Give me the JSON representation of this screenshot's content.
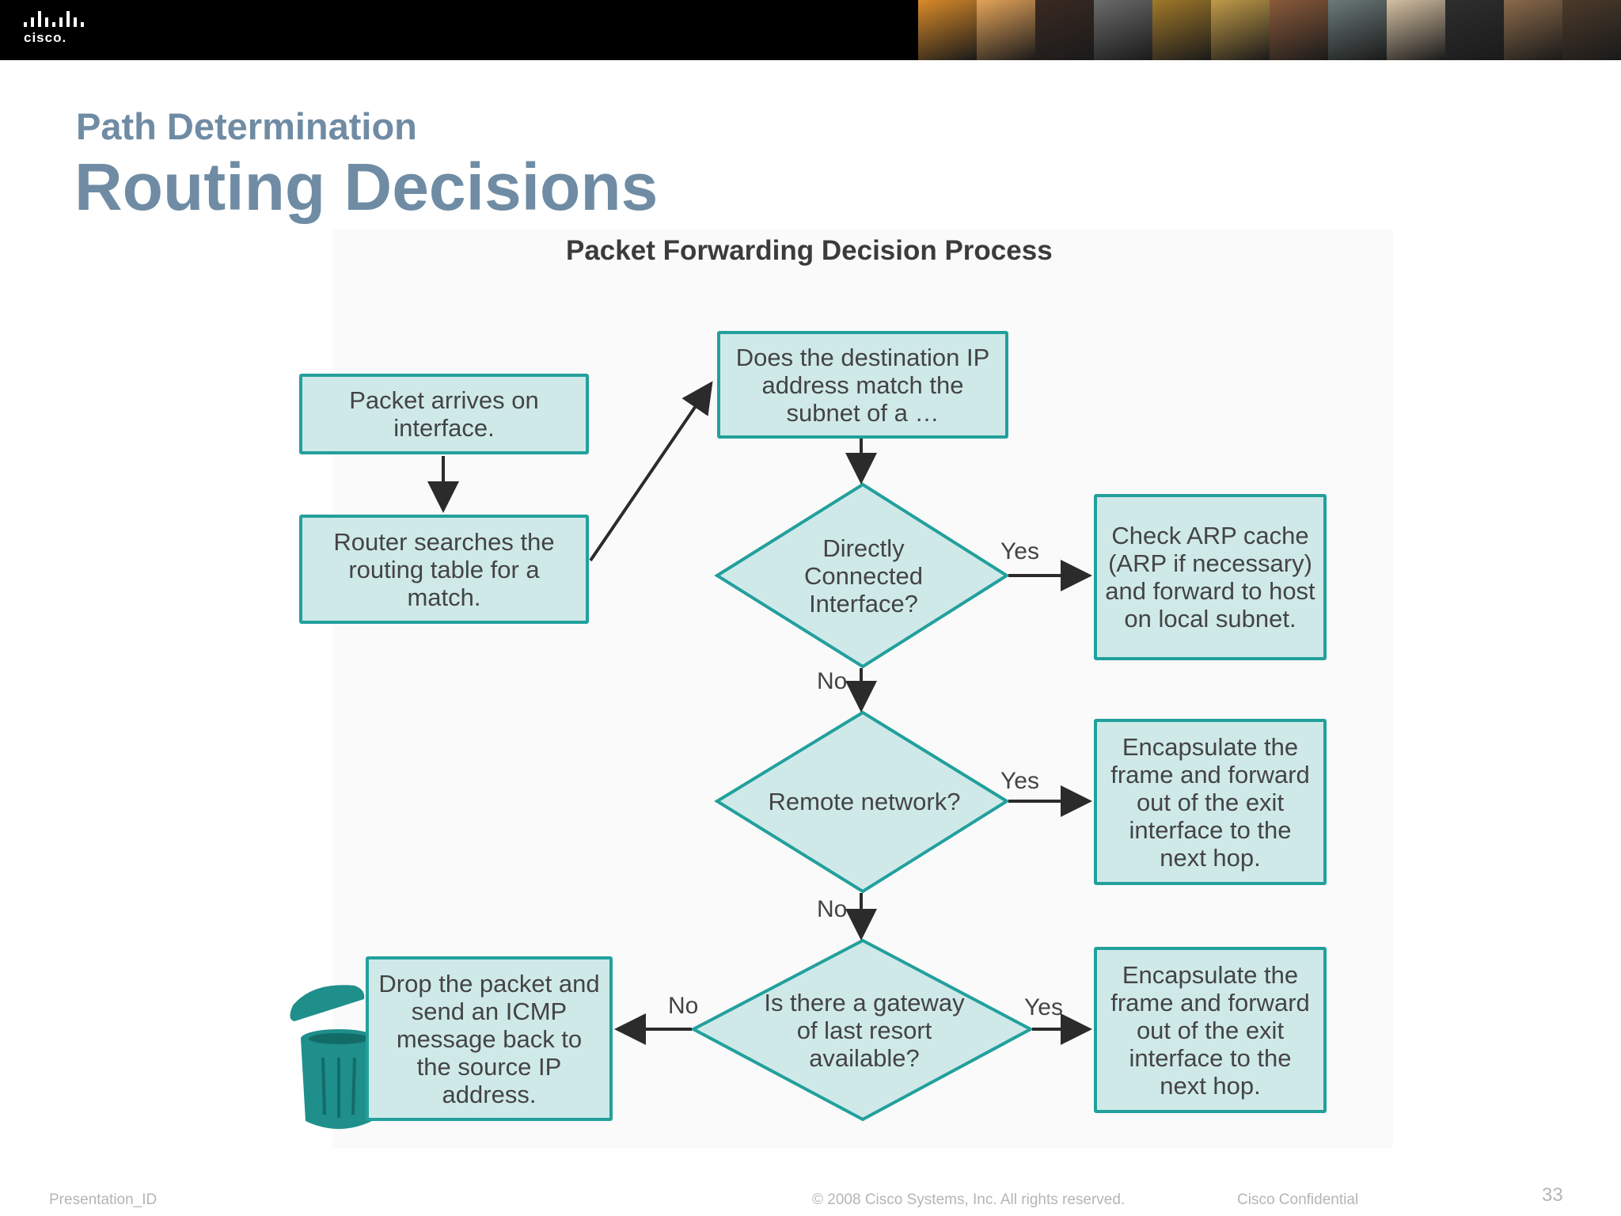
{
  "header": {
    "logo_text": "cisco.",
    "photo_colors": [
      "#d98a2a",
      "#e3a35a",
      "#3a2a22",
      "#6a6a6a",
      "#a0782a",
      "#c09a48",
      "#8a5a3a",
      "#6a7a78",
      "#d4c0a2",
      "#2e2e2e",
      "#8a6a4a",
      "#4c3a2a"
    ]
  },
  "slide": {
    "subtitle": "Path Determination",
    "title": "Routing Decisions"
  },
  "diagram": {
    "title": "Packet Forwarding Decision Process",
    "nodes": {
      "packet_arrives": "Packet arrives on interface.",
      "router_searches": "Router searches the routing table for a match.",
      "dest_ip_match": "Does the destination IP address match the subnet of a …",
      "directly_connected": "Directly Connected Interface?",
      "check_arp": "Check ARP cache (ARP if necessary) and forward to host on local subnet.",
      "remote_network": "Remote network?",
      "encapsulate_1": "Encapsulate the frame and forward out of the exit interface to the next hop.",
      "gateway_last_resort": "Is there a gateway of last resort available?",
      "encapsulate_2": "Encapsulate the frame and forward out of the exit interface to the next hop.",
      "drop_packet": "Drop the packet and send an ICMP message back to the source IP address."
    },
    "edge_labels": {
      "yes_1": "Yes",
      "no_1": "No",
      "yes_2": "Yes",
      "no_2": "No",
      "yes_3": "Yes",
      "no_3": "No"
    },
    "colors": {
      "box_fill": "#cfe9e9",
      "box_border": "#22a09c",
      "arrow": "#2b2b2b",
      "trash": "#1e8f8b"
    }
  },
  "footer": {
    "presentation_id": "Presentation_ID",
    "copyright": "© 2008 Cisco Systems, Inc. All rights reserved.",
    "confidential": "Cisco Confidential",
    "page_number": "33"
  }
}
